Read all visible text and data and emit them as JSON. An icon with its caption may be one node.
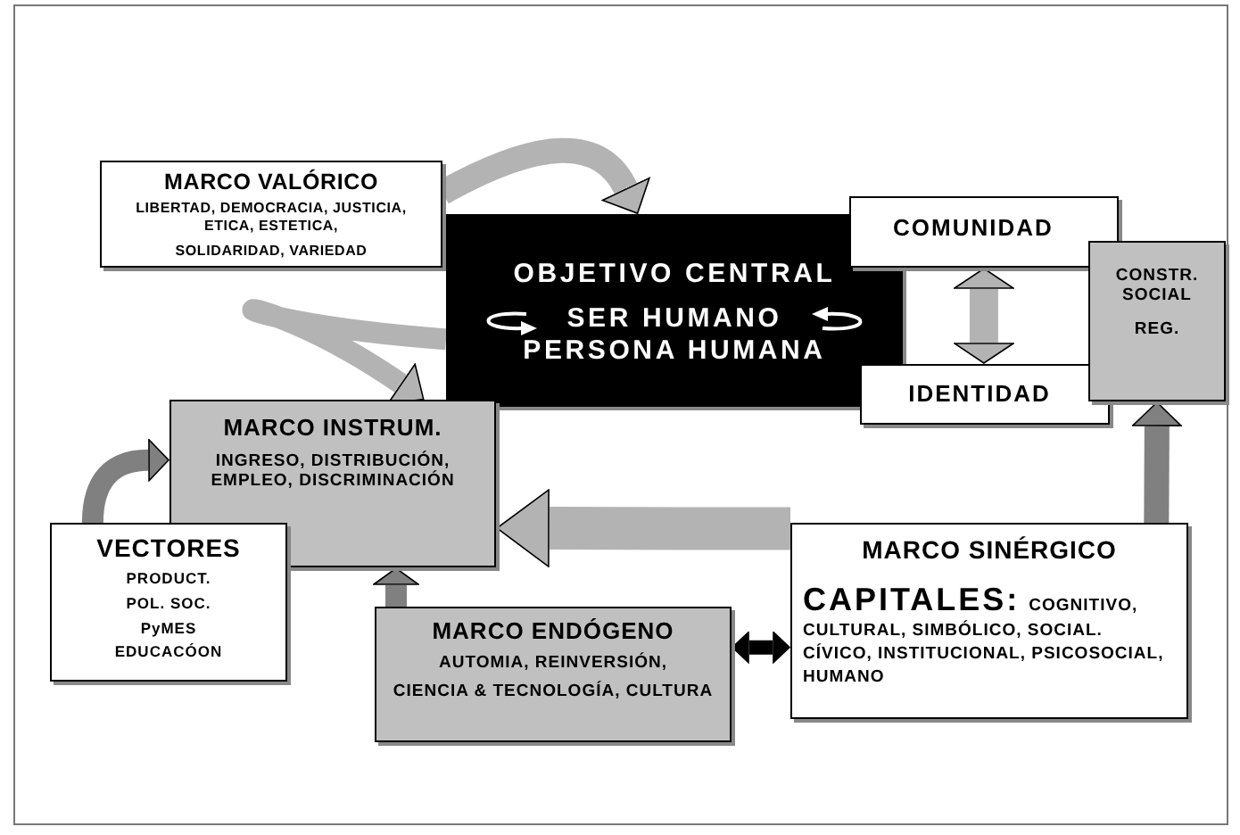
{
  "diagram": {
    "nodes": [
      {
        "text": [
          "MARCO VALÓRICO",
          "LIBERTAD, DEMOCRACIA, JUSTICIA, ETICA, ESTETICA,",
          "SOLIDARIDAD, VARIEDAD"
        ]
      },
      {
        "text": [
          "OBJETIVO CENTRAL",
          "SER HUMANO PERSONA HUMANA"
        ]
      },
      {
        "text": [
          "COMUNIDAD"
        ]
      },
      {
        "text": [
          "IDENTIDAD"
        ]
      },
      {
        "text": [
          "CONSTR. SOCIAL",
          "REG."
        ]
      },
      {
        "text": [
          "MARCO INSTRUM.",
          "INGRESO, DISTRIBUCIÓN, EMPLEO, DISCRIMINACIÓN"
        ]
      },
      {
        "text": [
          "VECTORES",
          "PRODUCT.",
          "POL. SOC.",
          "PyMES",
          "EDUCACÓON"
        ]
      },
      {
        "text": [
          "MARCO ENDÓGENO",
          "AUTOMIA, REINVERSIÓN,",
          "CIENCIA & TECNOLOGÍA, CULTURA"
        ]
      },
      {
        "text": [
          "MARCO SINÉRGICO",
          "CAPITALES:",
          "COGNITIVO, CULTURAL, SIMBÓLICO, SOCIAL. CÍVICO, INSTITUCIONAL, PSICOSOCIAL, HUMANO"
        ]
      }
    ],
    "edges": [
      {
        "from": 0,
        "to": 1,
        "arrow": "to"
      },
      {
        "from": 1,
        "to": 5,
        "arrow": "to"
      },
      {
        "from": 2,
        "to": 3,
        "arrow": "both"
      },
      {
        "from": 8,
        "to": 4,
        "arrow": "to",
        "color": "#808080"
      },
      {
        "from": 8,
        "to": 5,
        "arrow": "to",
        "style": "thick"
      },
      {
        "from": 7,
        "to": 5,
        "arrow": "to",
        "color": "#808080"
      },
      {
        "from": 6,
        "to": 5,
        "arrow": "to",
        "color": "#808080"
      },
      {
        "from": 7,
        "to": 8,
        "arrow": "both",
        "color": "#000000"
      }
    ]
  }
}
